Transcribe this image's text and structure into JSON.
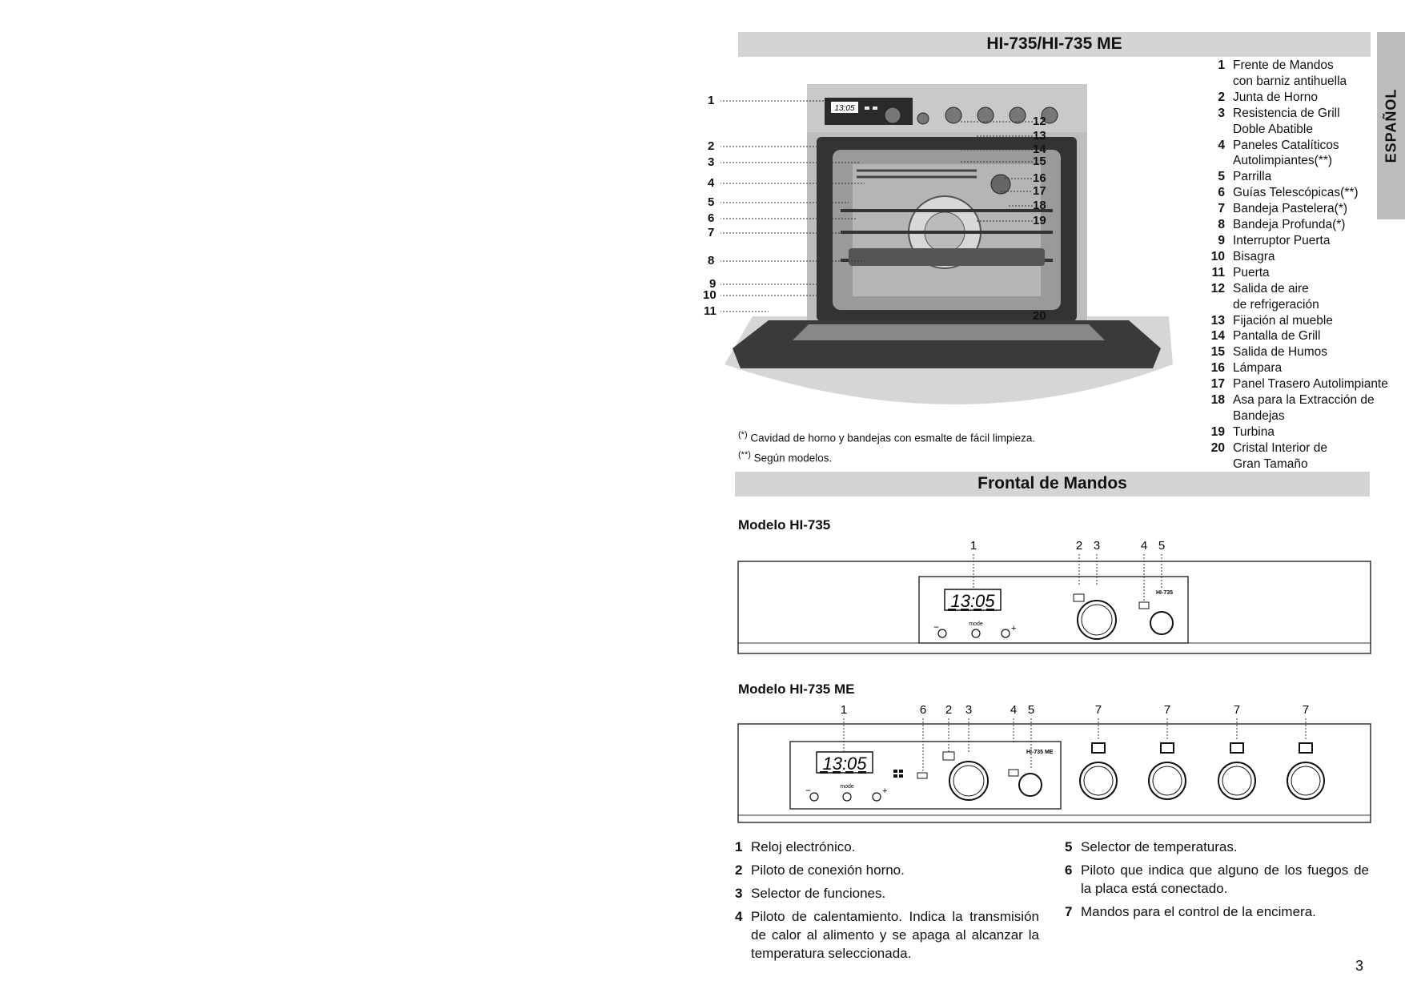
{
  "header": {
    "title": "HI-735/HI-735 ME",
    "language_tab": "ESPAÑOL"
  },
  "oven_diagram": {
    "display_time": "13:05",
    "callouts_left": [
      "1",
      "2",
      "3",
      "4",
      "5",
      "6",
      "7",
      "8",
      "9",
      "10",
      "11"
    ],
    "callouts_right": [
      "12",
      "13",
      "14",
      "15",
      "16",
      "17",
      "18",
      "19",
      "20"
    ]
  },
  "parts_list": [
    {
      "num": "1",
      "lines": [
        "Frente de Mandos",
        "con barniz antihuella"
      ]
    },
    {
      "num": "2",
      "lines": [
        "Junta de Horno"
      ]
    },
    {
      "num": "3",
      "lines": [
        "Resistencia de Grill",
        "Doble Abatible"
      ]
    },
    {
      "num": "4",
      "lines": [
        "Paneles Catalíticos",
        "Autolimpiantes(**)"
      ]
    },
    {
      "num": "5",
      "lines": [
        "Parrilla"
      ]
    },
    {
      "num": "6",
      "lines": [
        "Guías Telescópicas(**)"
      ]
    },
    {
      "num": "7",
      "lines": [
        "Bandeja Pastelera(*)"
      ]
    },
    {
      "num": "8",
      "lines": [
        "Bandeja Profunda(*)"
      ]
    },
    {
      "num": "9",
      "lines": [
        "Interruptor Puerta"
      ]
    },
    {
      "num": "10",
      "lines": [
        "Bisagra"
      ]
    },
    {
      "num": "11",
      "lines": [
        "Puerta"
      ]
    },
    {
      "num": "12",
      "lines": [
        "Salida de aire",
        "de refrigeración"
      ]
    },
    {
      "num": "13",
      "lines": [
        "Fijación al mueble"
      ]
    },
    {
      "num": "14",
      "lines": [
        "Pantalla de Grill"
      ]
    },
    {
      "num": "15",
      "lines": [
        "Salida de Humos"
      ]
    },
    {
      "num": "16",
      "lines": [
        "Lámpara"
      ]
    },
    {
      "num": "17",
      "lines": [
        "Panel Trasero Autolimpiante"
      ]
    },
    {
      "num": "18",
      "lines": [
        "Asa para la Extracción de",
        "Bandejas"
      ]
    },
    {
      "num": "19",
      "lines": [
        "Turbina"
      ]
    },
    {
      "num": "20",
      "lines": [
        "Cristal Interior de",
        "Gran Tamaño"
      ]
    }
  ],
  "notes": [
    {
      "mark": "(*)",
      "text": "Cavidad de horno y bandejas con esmalte de fácil limpieza."
    },
    {
      "mark": "(**)",
      "text": "Según modelos."
    }
  ],
  "section2": {
    "title": "Frontal de Mandos"
  },
  "model1": {
    "title": "Modelo HI-735",
    "badge": "HI-735",
    "display_time": "13:05",
    "mode_label": "mode",
    "callouts": [
      "1",
      "2",
      "3",
      "4",
      "5"
    ]
  },
  "model2": {
    "title": "Modelo HI-735 ME",
    "badge": "HI-735 ME",
    "display_time": "13:05",
    "mode_label": "mode",
    "callouts": [
      "1",
      "6",
      "2",
      "3",
      "4",
      "5",
      "7",
      "7",
      "7",
      "7"
    ]
  },
  "legend_left": [
    {
      "num": "1",
      "text": "Reloj electrónico."
    },
    {
      "num": "2",
      "text": "Piloto de conexión horno."
    },
    {
      "num": "3",
      "text": "Selector de funciones."
    },
    {
      "num": "4",
      "text": "Piloto de calentamiento. Indica la transmisión de calor al alimento y se apaga al alcanzar la temperatura seleccionada."
    }
  ],
  "legend_right": [
    {
      "num": "5",
      "text": "Selector de temperaturas."
    },
    {
      "num": "6",
      "text": "Piloto que indica que alguno de los fuegos de la placa está conectado."
    },
    {
      "num": "7",
      "text": "Mandos para el control de la encimera."
    }
  ],
  "page_number": "3"
}
